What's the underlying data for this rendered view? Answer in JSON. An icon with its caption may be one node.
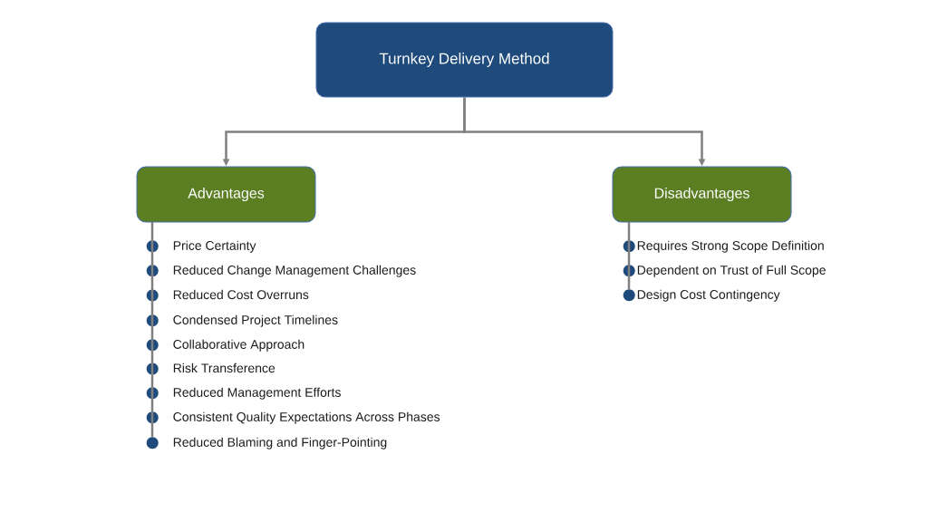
{
  "diagram": {
    "nodes": [
      {
        "text": [
          "Turnkey Delivery Method"
        ]
      },
      {
        "text": [
          "Advantages"
        ]
      },
      {
        "text": [
          "Disadvantages"
        ]
      },
      {
        "text": [
          "Price Certainty"
        ]
      },
      {
        "text": [
          "Reduced Change Management Challenges"
        ]
      },
      {
        "text": [
          "Reduced Cost Overruns"
        ]
      },
      {
        "text": [
          "Condensed Project Timelines"
        ]
      },
      {
        "text": [
          "Collaborative Approach"
        ]
      },
      {
        "text": [
          "Risk Transference"
        ]
      },
      {
        "text": [
          "Reduced Management Efforts"
        ]
      },
      {
        "text": [
          "Consistent Quality Expectations Across Phases"
        ]
      },
      {
        "text": [
          "Reduced Blaming and Finger-Pointing"
        ]
      },
      {
        "text": [
          "Requires Strong Scope Definition"
        ]
      },
      {
        "text": [
          "Dependent on Trust of Full Scope"
        ]
      },
      {
        "text": [
          "Design Cost Contingency"
        ]
      }
    ],
    "edges": [
      {
        "from": 0,
        "to": 1,
        "arrow": "to"
      },
      {
        "from": 0,
        "to": 2,
        "arrow": "to"
      },
      {
        "from": 1,
        "to": 3,
        "arrow": "none"
      },
      {
        "from": 1,
        "to": 4,
        "arrow": "none"
      },
      {
        "from": 1,
        "to": 5,
        "arrow": "none"
      },
      {
        "from": 1,
        "to": 6,
        "arrow": "none"
      },
      {
        "from": 1,
        "to": 7,
        "arrow": "none"
      },
      {
        "from": 1,
        "to": 8,
        "arrow": "none"
      },
      {
        "from": 1,
        "to": 9,
        "arrow": "none"
      },
      {
        "from": 1,
        "to": 10,
        "arrow": "none"
      },
      {
        "from": 1,
        "to": 11,
        "arrow": "none"
      },
      {
        "from": 2,
        "to": 12,
        "arrow": "none"
      },
      {
        "from": 2,
        "to": 13,
        "arrow": "none"
      },
      {
        "from": 2,
        "to": 14,
        "arrow": "none"
      }
    ]
  }
}
